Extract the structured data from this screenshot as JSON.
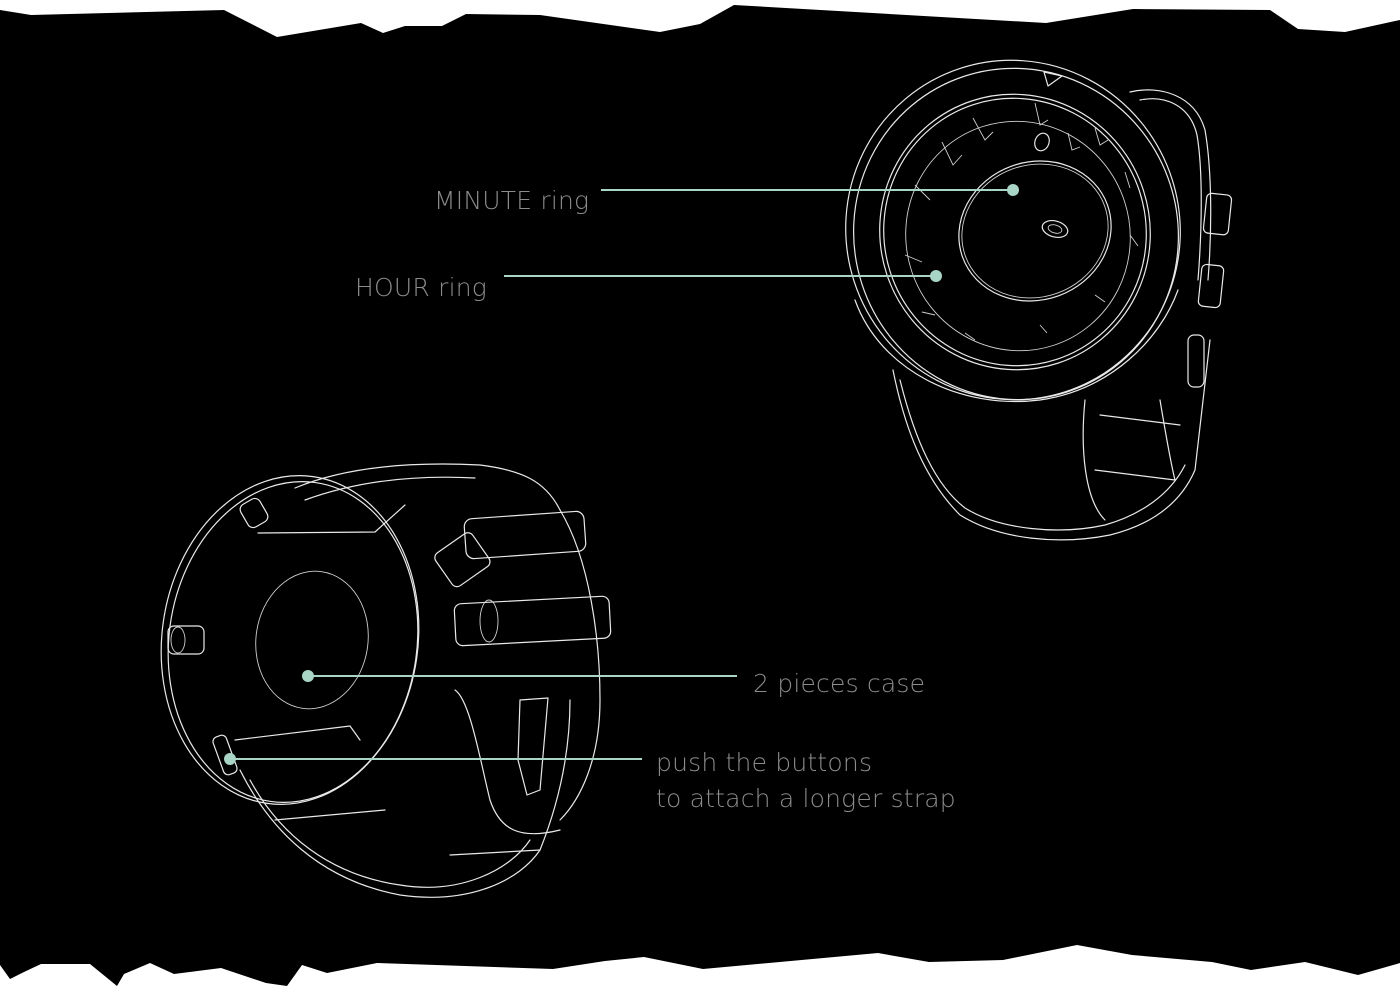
{
  "canvas": {
    "background": "#000000",
    "paper": "#ffffff",
    "leader_color": "#a9d5c6",
    "label_color": "#8c8c8c",
    "line_color": "#e9e9e9"
  },
  "figure": {
    "title": "",
    "views": [
      {
        "id": "front-view",
        "description": "watch front, bezel with triangle marker, rotating rings"
      },
      {
        "id": "back-view",
        "description": "watch back, 2-piece case, strap with keepers and quick-release buttons"
      }
    ]
  },
  "callouts": [
    {
      "id": "minute-ring",
      "label": "MINUTE ring",
      "target_view": "front-view"
    },
    {
      "id": "hour-ring",
      "label": "HOUR ring",
      "target_view": "front-view"
    },
    {
      "id": "case",
      "label": "2 pieces case",
      "target_view": "back-view"
    },
    {
      "id": "strap-buttons",
      "label": "push the buttons\nto attach a longer strap",
      "target_view": "back-view"
    }
  ],
  "icons": {
    "bezel_marker": "triangle-outline-icon"
  }
}
